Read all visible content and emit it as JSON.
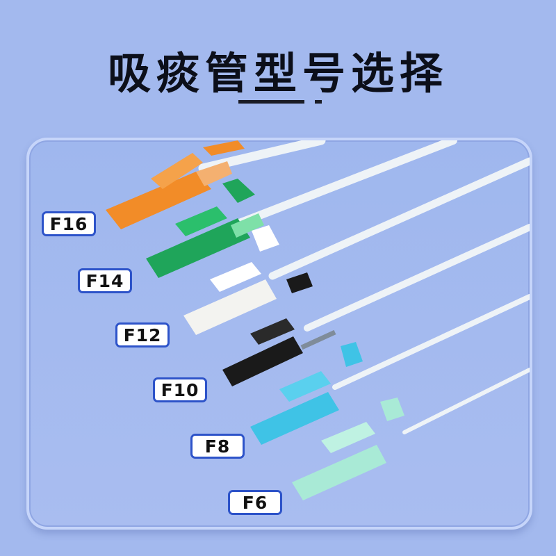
{
  "title": "吸痰管型号选择",
  "sizes": [
    {
      "label": "F16",
      "color": "#f28c28"
    },
    {
      "label": "F14",
      "color": "#1fa55a"
    },
    {
      "label": "F12",
      "color": "#f3f3f0"
    },
    {
      "label": "F10",
      "color": "#1a1a1a"
    },
    {
      "label": "F8",
      "color": "#3fc3e6"
    },
    {
      "label": "F6",
      "color": "#a9ead6"
    }
  ]
}
